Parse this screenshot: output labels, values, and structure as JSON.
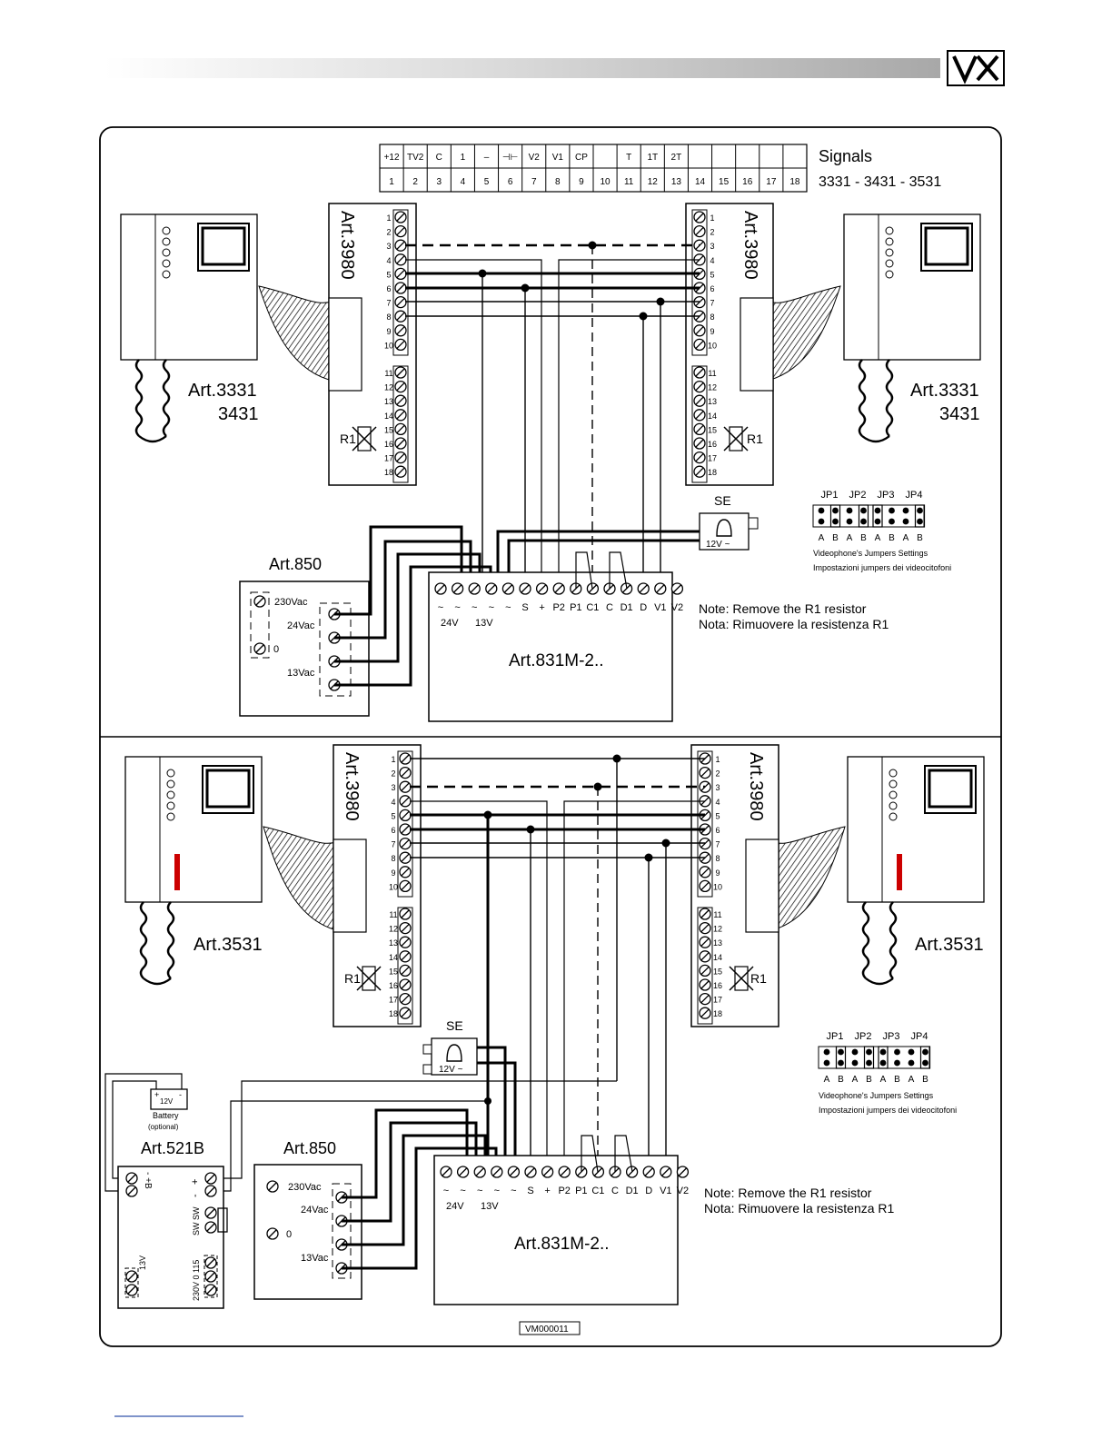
{
  "brand": {
    "logo_text": "VX"
  },
  "signals_table": {
    "top_labels": [
      "+12",
      "TV2",
      "C",
      "1",
      "–",
      "⊣⊢",
      "V2",
      "V1",
      "CP",
      "",
      "T",
      "1T",
      "2T",
      "",
      "",
      "",
      "",
      ""
    ],
    "numbers": [
      "1",
      "2",
      "3",
      "4",
      "5",
      "6",
      "7",
      "8",
      "9",
      "10",
      "11",
      "12",
      "13",
      "14",
      "15",
      "16",
      "17",
      "18"
    ],
    "title": "Signals",
    "models": "3331 - 3431  - 3531"
  },
  "upper": {
    "monitor_left": {
      "line1": "Art.3331",
      "line2": "3431"
    },
    "monitor_right": {
      "line1": "Art.3331",
      "line2": "3431"
    },
    "bracket": "Art.3980",
    "terminals": [
      "1",
      "2",
      "3",
      "4",
      "5",
      "6",
      "7",
      "8",
      "9",
      "10",
      "11",
      "12",
      "13",
      "14",
      "15",
      "16",
      "17",
      "18"
    ],
    "resistor": "R1",
    "se": {
      "label": "SE",
      "voltage": "12V ~"
    },
    "transformer": {
      "title": "Art.850",
      "v230": "230Vac",
      "zero": "0",
      "v24": "24Vac",
      "v13": "13Vac"
    },
    "power": {
      "title": "Art.831M-2..",
      "terminals": [
        "~",
        "~",
        "~",
        "~",
        "~",
        "S",
        "+",
        "P2",
        "P1",
        "C1",
        "C",
        "D1",
        "D",
        "V1",
        "V2"
      ],
      "v24": "24V",
      "v13": "13V"
    },
    "jumpers": {
      "headers": [
        "JP1",
        "JP2",
        "JP3",
        "JP4"
      ],
      "ab": [
        "A",
        "B",
        "A",
        "B",
        "A",
        "B",
        "A",
        "B"
      ],
      "caption_en": "Videophone's Jumpers Settings",
      "caption_it": "Impostazioni jumpers dei videocitofoni"
    },
    "note_en": "Note: Remove the R1 resistor",
    "note_it": "Nota: Rimuovere la resistenza R1"
  },
  "lower": {
    "monitor_left": {
      "line1": "Art.3531"
    },
    "monitor_right": {
      "line1": "Art.3531"
    },
    "bracket": "Art.3980",
    "resistor": "R1",
    "se": {
      "label": "SE",
      "voltage": "12V ~"
    },
    "battery": {
      "plus": "+",
      "minus": "-",
      "voltage": "12V",
      "label": "Battery",
      "sub": "(optional)"
    },
    "supply": {
      "title": "Art.521B",
      "minus_b": "- +B",
      "plus": "+",
      "minus": "-",
      "sw": "SW SW",
      "v13": "13V",
      "mains": "230V  0  115"
    },
    "transformer": {
      "title": "Art.850",
      "v230": "230Vac",
      "zero": "0",
      "v24": "24Vac",
      "v13": "13Vac"
    },
    "power": {
      "title": "Art.831M-2.."
    },
    "jumpers": {
      "caption_en": "Videophone's Jumpers Settings",
      "caption_it": "Impostazioni jumpers dei videocitofoni"
    },
    "note_en": "Note: Remove the R1 resistor",
    "note_it": "Nota: Rimuovere la resistenza R1"
  },
  "footer_code": "VM000011"
}
